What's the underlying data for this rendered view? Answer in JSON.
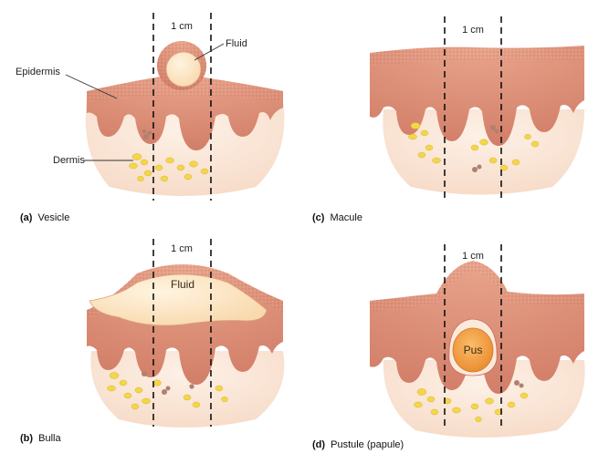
{
  "panels": [
    {
      "id": "a",
      "caption_letter": "(a)",
      "caption_text": "Vesicle",
      "scale_label": "1 cm",
      "labels": {
        "fluid": "Fluid",
        "epidermis": "Epidermis",
        "dermis": "Dermis"
      }
    },
    {
      "id": "b",
      "caption_letter": "(b)",
      "caption_text": "Bulla",
      "scale_label": "1 cm",
      "labels": {
        "fluid": "Fluid"
      }
    },
    {
      "id": "c",
      "caption_letter": "(c)",
      "caption_text": "Macule",
      "scale_label": "1 cm",
      "labels": {}
    },
    {
      "id": "d",
      "caption_letter": "(d)",
      "caption_text": "Pustule (papule)",
      "scale_label": "1 cm",
      "labels": {
        "pus": "Pus"
      }
    }
  ],
  "colors": {
    "epidermis": "#e8a08a",
    "epidermis_dark": "#c9705c",
    "dermis": "#fbe9dc",
    "fat": "#f3d64a",
    "fluid": "#fde7c8",
    "pus": "#f39a3c",
    "melanin": "#b08070"
  }
}
